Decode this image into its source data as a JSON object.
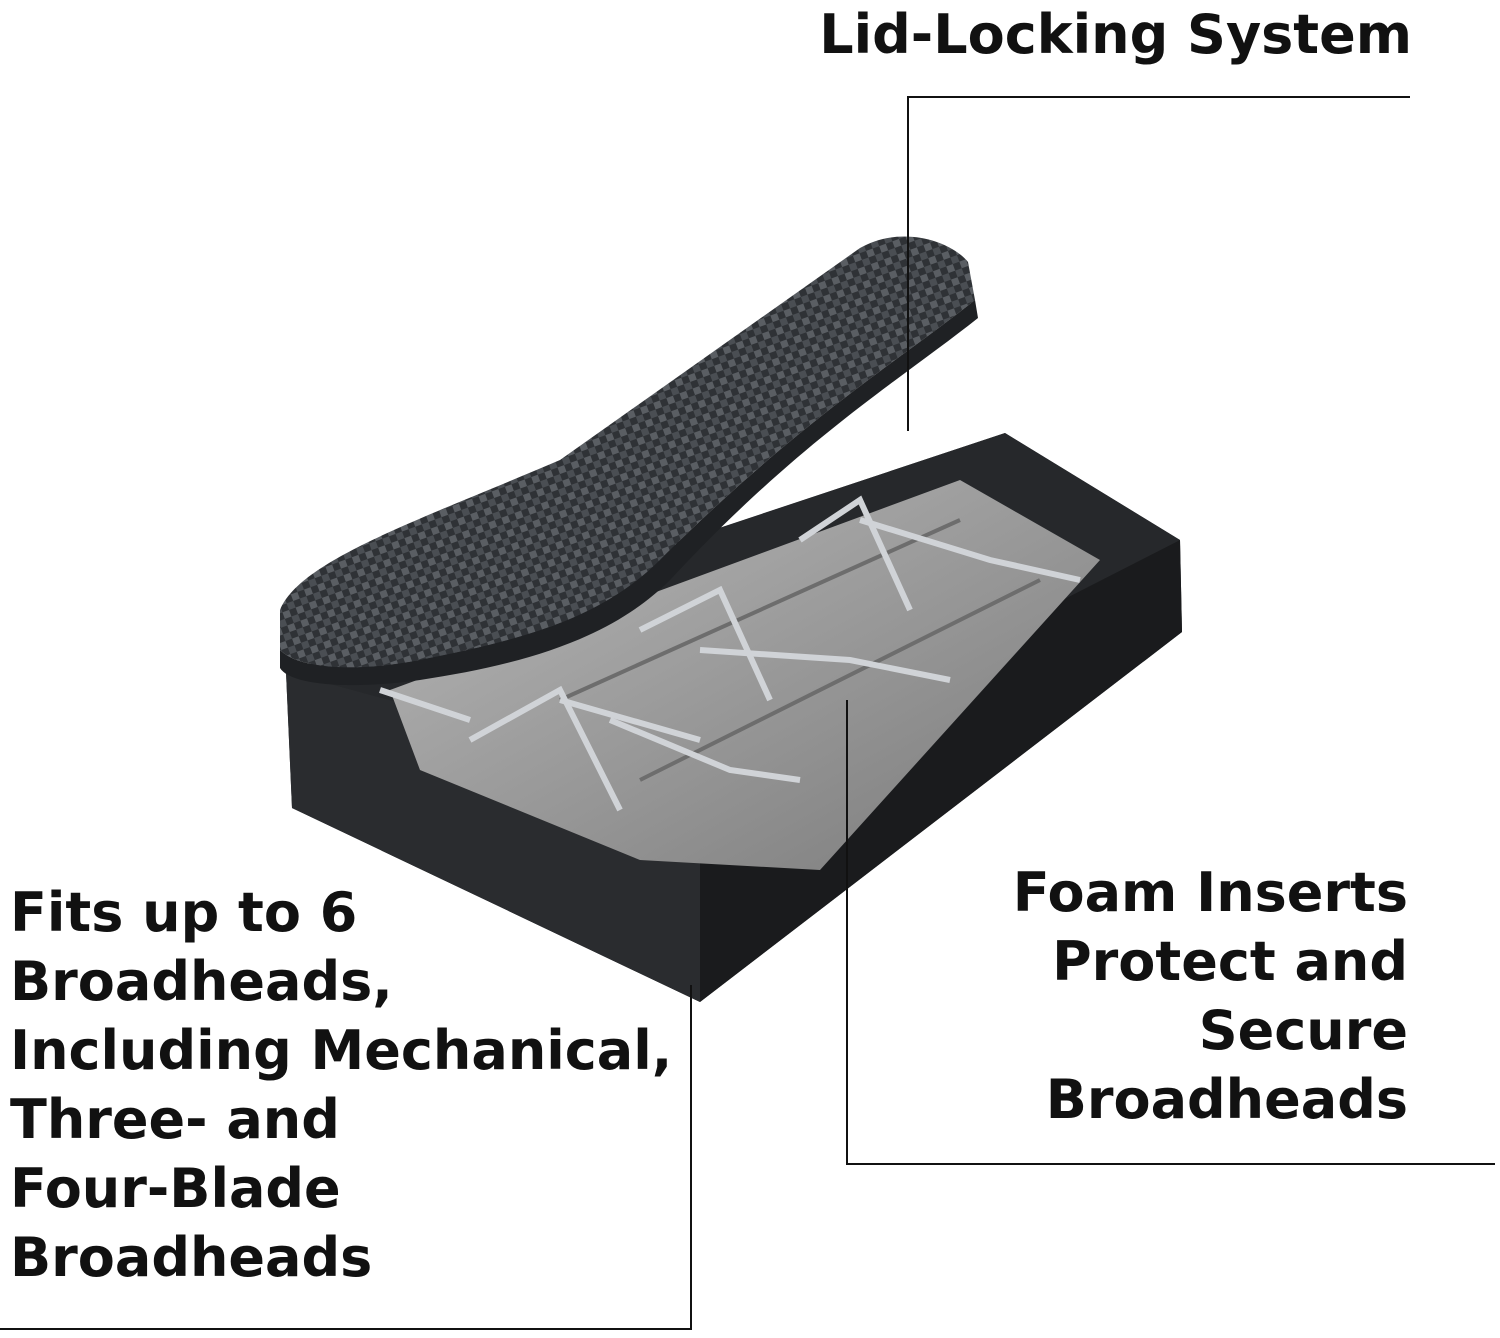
{
  "callouts": {
    "lid_locking": {
      "lines": [
        "Lid-Locking System"
      ]
    },
    "foam_inserts": {
      "lines": [
        "Foam Inserts",
        "Protect and",
        "Secure",
        "Broadheads"
      ]
    },
    "capacity": {
      "lines": [
        "Fits up to 6",
        "Broadheads,",
        "Including Mechanical,",
        "Three- and",
        "Four-Blade",
        "Broadheads"
      ]
    }
  },
  "colors": {
    "text": "#111111",
    "case_body": "#2b2d30",
    "case_lid": "#3a3d41",
    "foam": "#8c8c8c",
    "blade": "#c9ccd0",
    "background": "#ffffff"
  },
  "icons": {
    "product": "broadhead-case-image"
  }
}
